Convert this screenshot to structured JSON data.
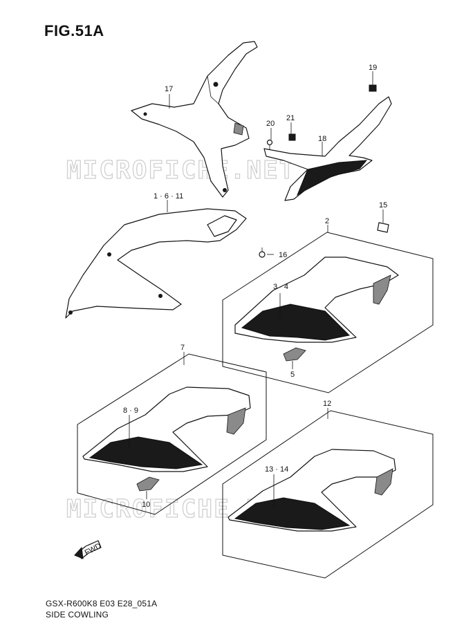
{
  "figure": {
    "title": "FIG.51A"
  },
  "watermark": {
    "text": "MICROFICHE.NET"
  },
  "callouts": {
    "c17": "17",
    "c19": "19",
    "c20": "20",
    "c21": "21",
    "c18": "18",
    "c1_6_11": "1 · 6 · 11",
    "c15": "15",
    "c2": "2",
    "c16": "16",
    "c3_4": "3 · 4",
    "c5": "5",
    "c7": "7",
    "c8_9": "8 · 9",
    "c10": "10",
    "c12": "12",
    "c13_14": "13 · 14"
  },
  "fwd_label": "FWD",
  "footer": {
    "code": "GSX-R600K8 E03 E28_051A",
    "name": "SIDE COWLING"
  }
}
